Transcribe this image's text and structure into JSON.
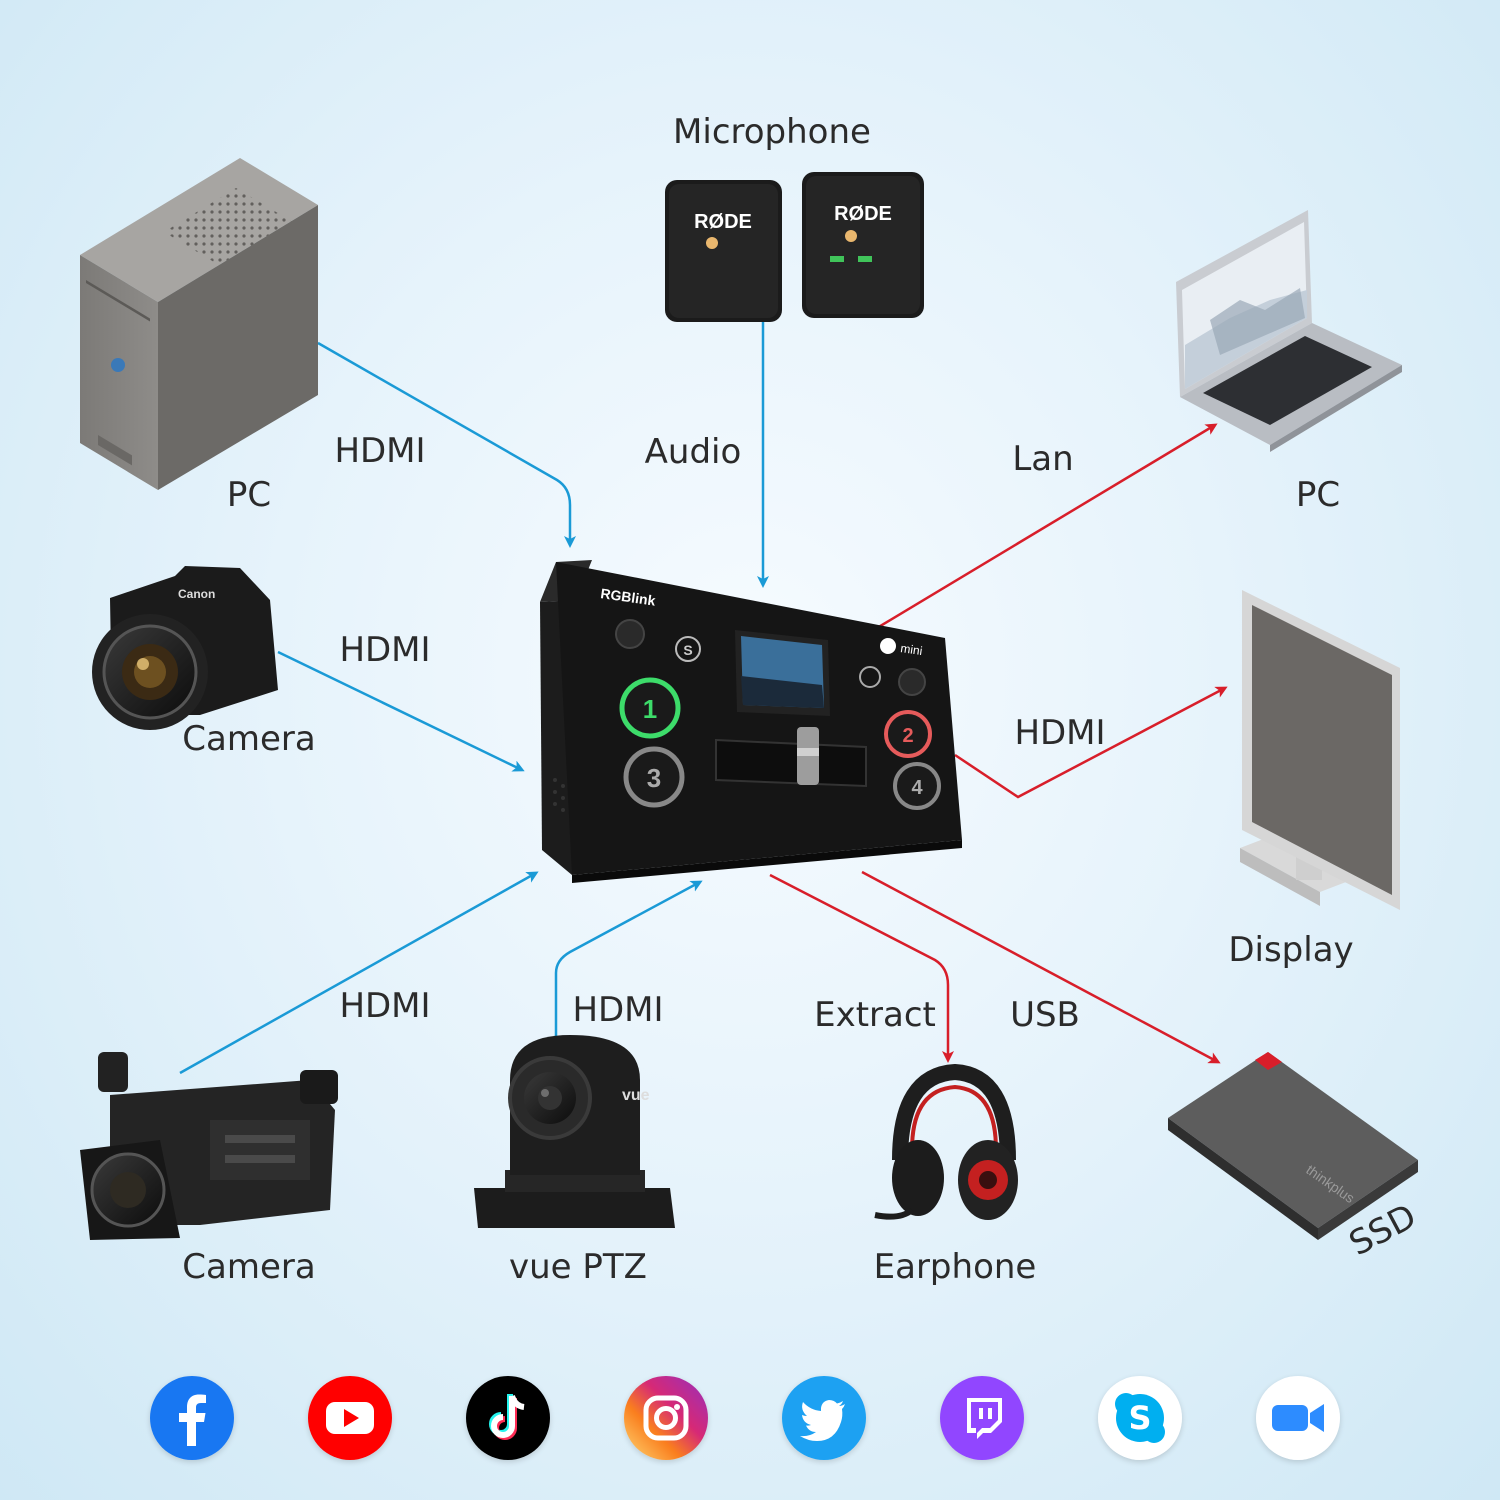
{
  "diagram": {
    "labels": {
      "microphone": "Microphone",
      "pc_left": "PC",
      "hdmi_pc": "HDMI",
      "audio": "Audio",
      "lan": "Lan",
      "pc_right": "PC",
      "hdmi_camera": "HDMI",
      "camera_top": "Camera",
      "hdmi_display": "HDMI",
      "display": "Display",
      "hdmi_camcorder": "HDMI",
      "hdmi_ptz": "HDMI",
      "extract": "Extract",
      "usb": "USB",
      "camera_bottom": "Camera",
      "vue_ptz": "vue PTZ",
      "earphone": "Earphone",
      "ssd": "SSD"
    },
    "device_text": {
      "switcher_brand": "RGBlink",
      "switcher_model": "mini",
      "mic_brand_1": "RØDE",
      "mic_brand_2": "RØDE",
      "camera_brand": "Canon",
      "ssd_brand": "thinkplus",
      "buttons": [
        "1",
        "2",
        "3",
        "4"
      ]
    },
    "colors": {
      "input_line": "#1a9ad6",
      "output_line": "#d81e2a"
    }
  },
  "social": {
    "icons": [
      {
        "name": "facebook-icon",
        "color": "#1877f2"
      },
      {
        "name": "youtube-icon",
        "color": "#ff0000"
      },
      {
        "name": "tiktok-icon",
        "color": "#000000"
      },
      {
        "name": "instagram-icon",
        "color": "#d62976"
      },
      {
        "name": "twitter-icon",
        "color": "#1da1f2"
      },
      {
        "name": "twitch-icon",
        "color": "#9146ff"
      },
      {
        "name": "skype-icon",
        "color": "#00aff0"
      },
      {
        "name": "zoom-icon",
        "color": "#2d8cff"
      }
    ]
  }
}
